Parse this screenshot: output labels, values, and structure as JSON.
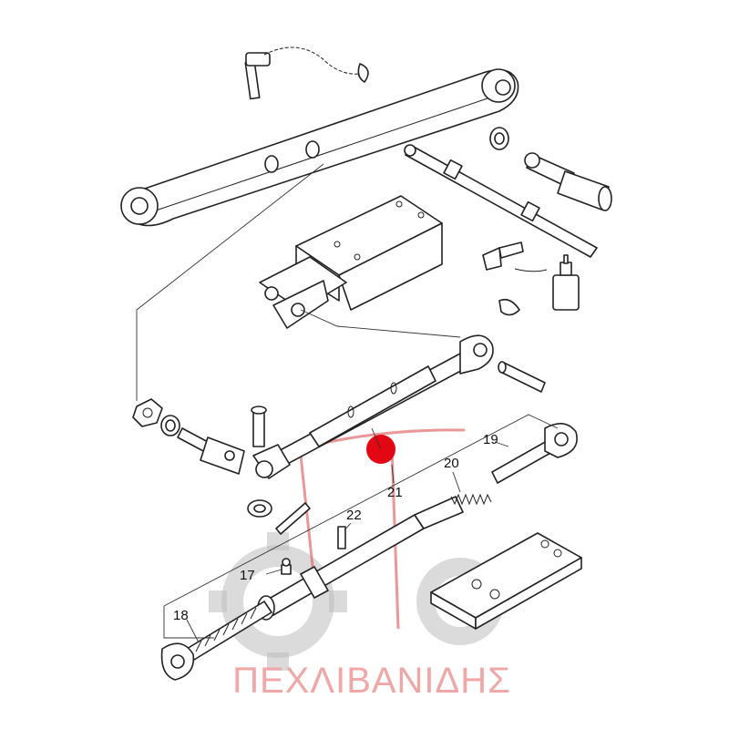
{
  "callouts": [
    {
      "id": "17",
      "label": "17"
    },
    {
      "id": "18",
      "label": "18"
    },
    {
      "id": "19",
      "label": "19"
    },
    {
      "id": "20",
      "label": "20"
    },
    {
      "id": "21",
      "label": "21"
    },
    {
      "id": "22",
      "label": "22"
    }
  ],
  "watermark": {
    "brand": "ΠΕΧΛΙΒΑΝΙΔΗΣ",
    "brand_color": "#f0a7a7",
    "gear_color": "#bdbdbd"
  },
  "marker": {
    "color": "#e30613"
  }
}
